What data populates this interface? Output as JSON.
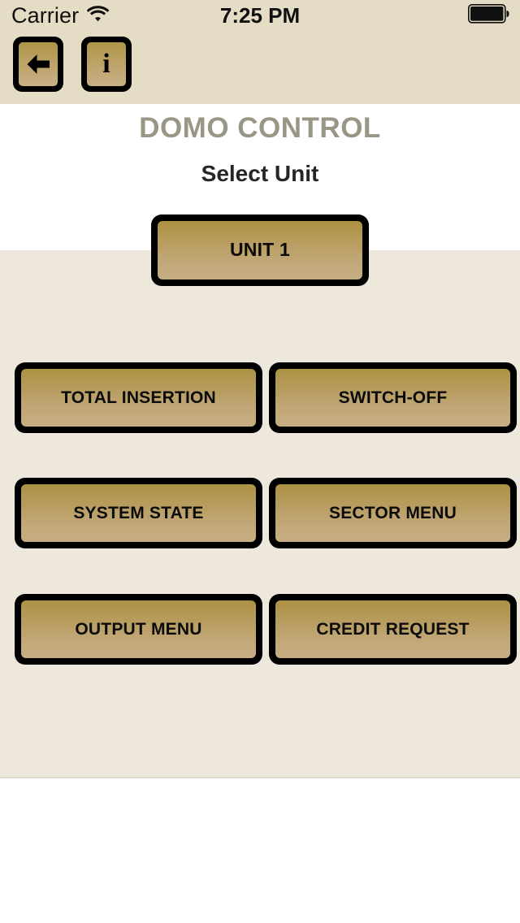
{
  "status_bar": {
    "carrier": "Carrier",
    "wifi_icon": "wifi-icon",
    "time": "7:25 PM",
    "battery_icon": "battery-full-icon"
  },
  "nav_bar": {
    "back_button": {
      "icon": "arrow-left-icon",
      "label": ""
    },
    "info_button": {
      "icon": "info-icon",
      "label": "i"
    }
  },
  "header": {
    "app_title": "DOMO CONTROL",
    "subtitle": "Select Unit"
  },
  "unit_selector": {
    "selected_unit": "UNIT 1"
  },
  "menu": {
    "buttons": [
      {
        "label": "TOTAL INSERTION"
      },
      {
        "label": "SWITCH-OFF"
      },
      {
        "label": "SYSTEM STATE"
      },
      {
        "label": "SECTOR MENU"
      },
      {
        "label": "OUTPUT MENU"
      },
      {
        "label": "CREDIT REQUEST"
      }
    ]
  },
  "colors": {
    "gold_top": "#AB9242",
    "gold_bottom": "#C7AF84",
    "panel_bg": "#EDE7DC",
    "statusbar_bg": "#E4DCC4",
    "title_color": "#9A9685",
    "border": "#000000"
  }
}
